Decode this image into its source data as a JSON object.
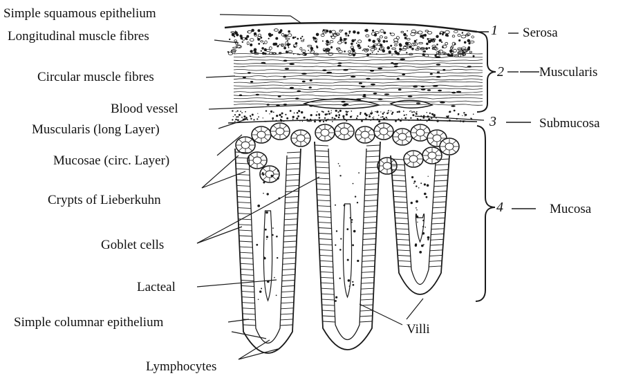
{
  "left_labels": [
    {
      "id": "simple-squamous-epithelium",
      "text": "Simple squamous epithelium"
    },
    {
      "id": "longitudinal-muscle-fibres",
      "text": "Longitudinal muscle fibres"
    },
    {
      "id": "circular-muscle-fibres",
      "text": "Circular muscle fibres"
    },
    {
      "id": "blood-vessel",
      "text": "Blood vessel"
    },
    {
      "id": "muscularis-long-layer",
      "text": "Muscularis (long Layer)"
    },
    {
      "id": "mucosae-circ-layer",
      "text": "Mucosae (circ. Layer)"
    },
    {
      "id": "crypts-of-lieberkuhn",
      "text": "Crypts of Lieberkuhn"
    },
    {
      "id": "goblet-cells",
      "text": "Goblet cells"
    },
    {
      "id": "lacteal",
      "text": "Lacteal"
    },
    {
      "id": "simple-columnar-epithelium",
      "text": "Simple columnar epithelium"
    },
    {
      "id": "lymphocytes",
      "text": "Lymphocytes"
    }
  ],
  "villi_label": "Villi",
  "layers": [
    {
      "number": "1",
      "name": "Serosa"
    },
    {
      "number": "2",
      "name": "Muscularis"
    },
    {
      "number": "3",
      "name": "Submucosa"
    },
    {
      "number": "4",
      "name": "Mucosa"
    }
  ]
}
